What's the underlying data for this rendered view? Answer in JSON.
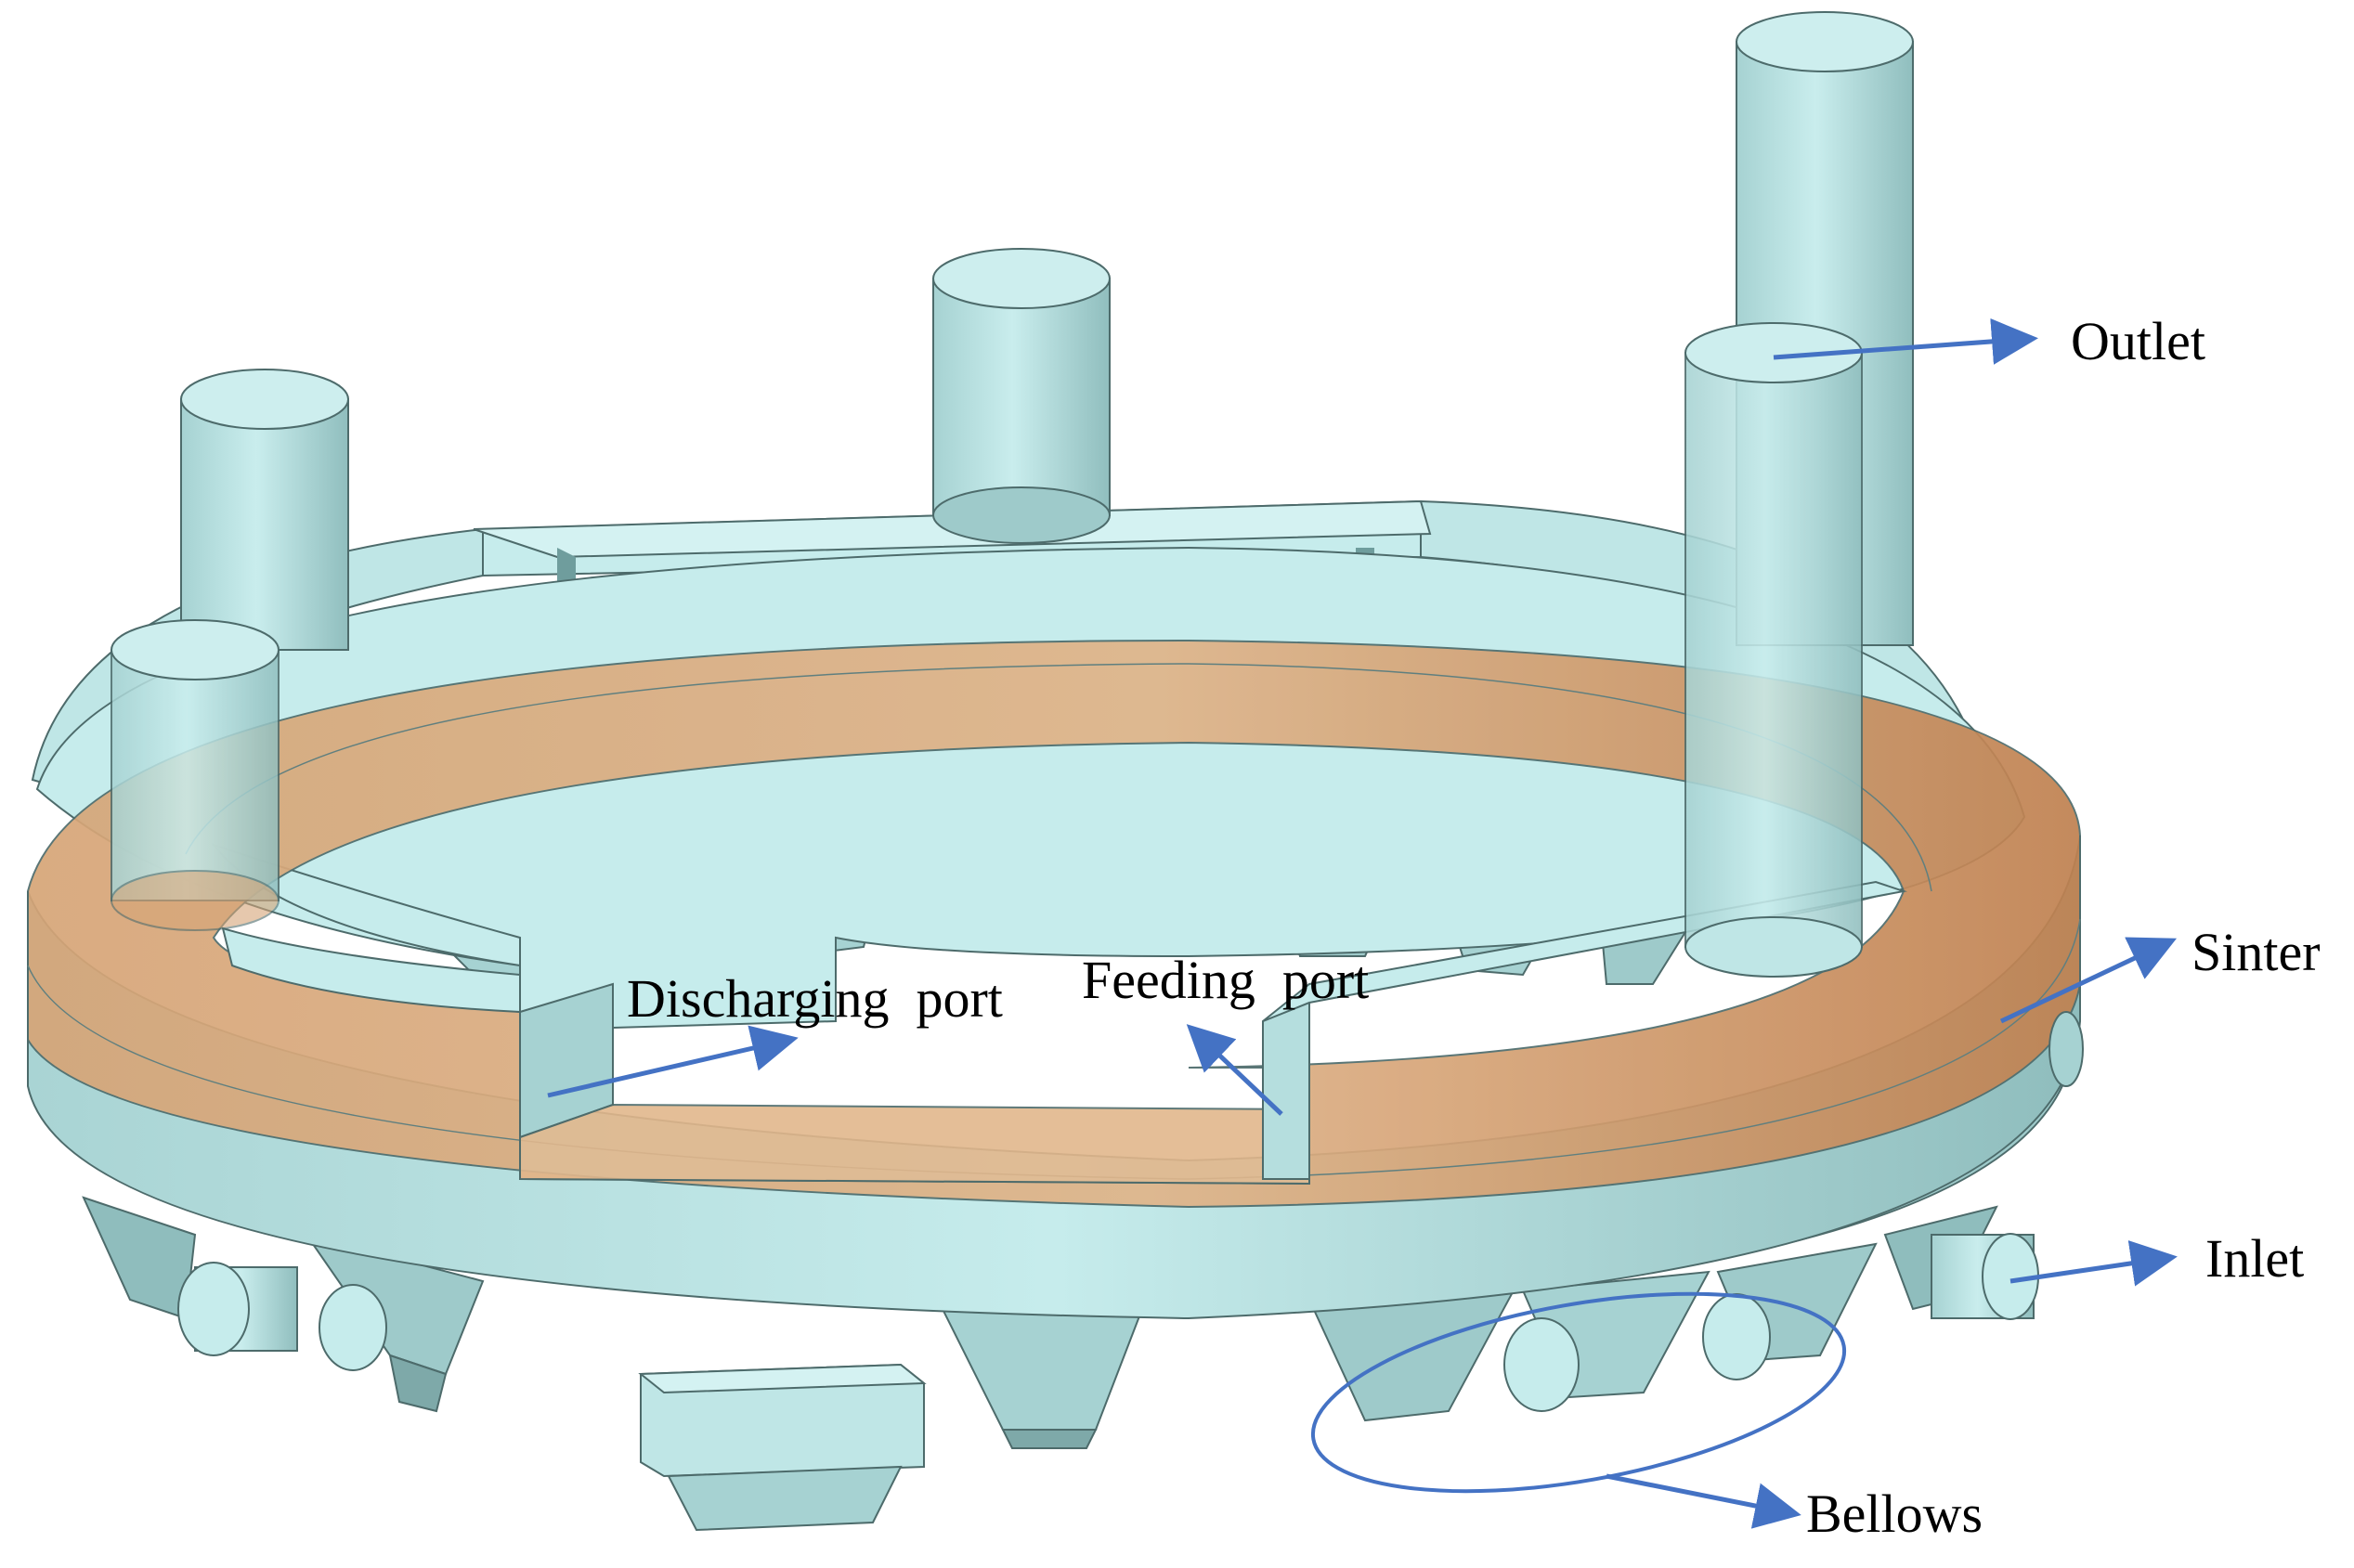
{
  "labels": {
    "outlet": "Outlet",
    "sinter": "Sinter",
    "inlet": "Inlet",
    "bellows": "Bellows",
    "discharging_port": "Discharging  port",
    "feeding_port": "Feeding  port"
  },
  "colors": {
    "body": "#bfe6e6",
    "body_shade": "#8fbdbd",
    "body_dark": "#6f9d9d",
    "sinter": "#d9a574",
    "arrow": "#4472c4",
    "edge": "#4d6b6b"
  }
}
